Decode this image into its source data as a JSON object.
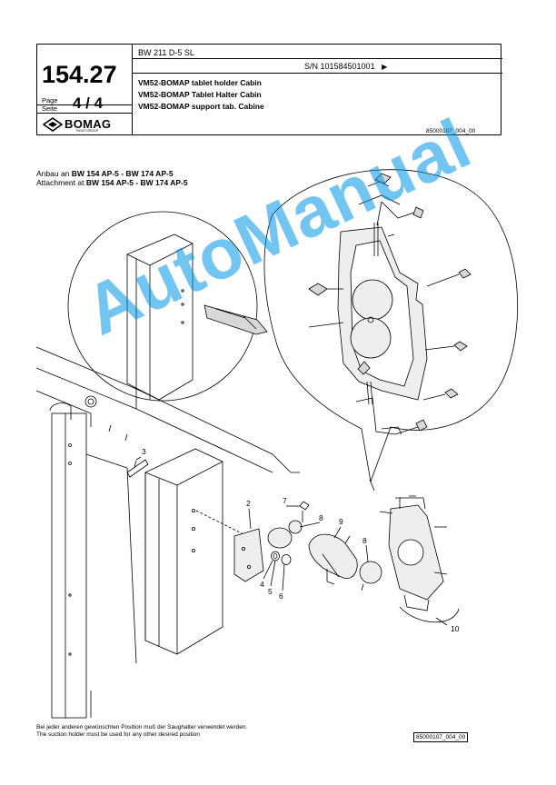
{
  "header": {
    "page_number": "154.27",
    "page_label_de": "Page",
    "page_label_en": "Seite",
    "page_fraction": "4 / 4",
    "logo": "BOMAG",
    "logo_sub": "FAYAT GROUP",
    "model": "BW 211 D-5 SL",
    "serial": "S/N 101584501001",
    "serial_arrow": "▶",
    "titles": [
      "VM52-BOMAP tablet holder Cabin",
      "VM52-BOMAP Tablet Halter Cabin",
      "VM52-BOMAP support tab. Cabine"
    ],
    "doc_id": "85000107_004_00"
  },
  "attachment": {
    "line_de_prefix": "Anbau an ",
    "line_de_models": "BW 154 AP-5  -  BW 174 AP-5",
    "line_en_prefix": "Attachment at ",
    "line_en_models": "BW 154 AP-5  -  BW 174 AP-5"
  },
  "callouts": [
    "3",
    "2",
    "7",
    "8",
    "9",
    "8",
    "4",
    "5",
    "6",
    "10"
  ],
  "footer": {
    "note_de": "Bei jeder anderen gewünschten Position muß der Saughalter verwendet werden.",
    "note_en": "The suction holder must be used for any other desired position",
    "doc_id": "85000107_004_00"
  },
  "watermark": "AutoManual",
  "colors": {
    "watermark": "#0096e6",
    "line": "#000000",
    "shade": "#d8d8d8"
  }
}
